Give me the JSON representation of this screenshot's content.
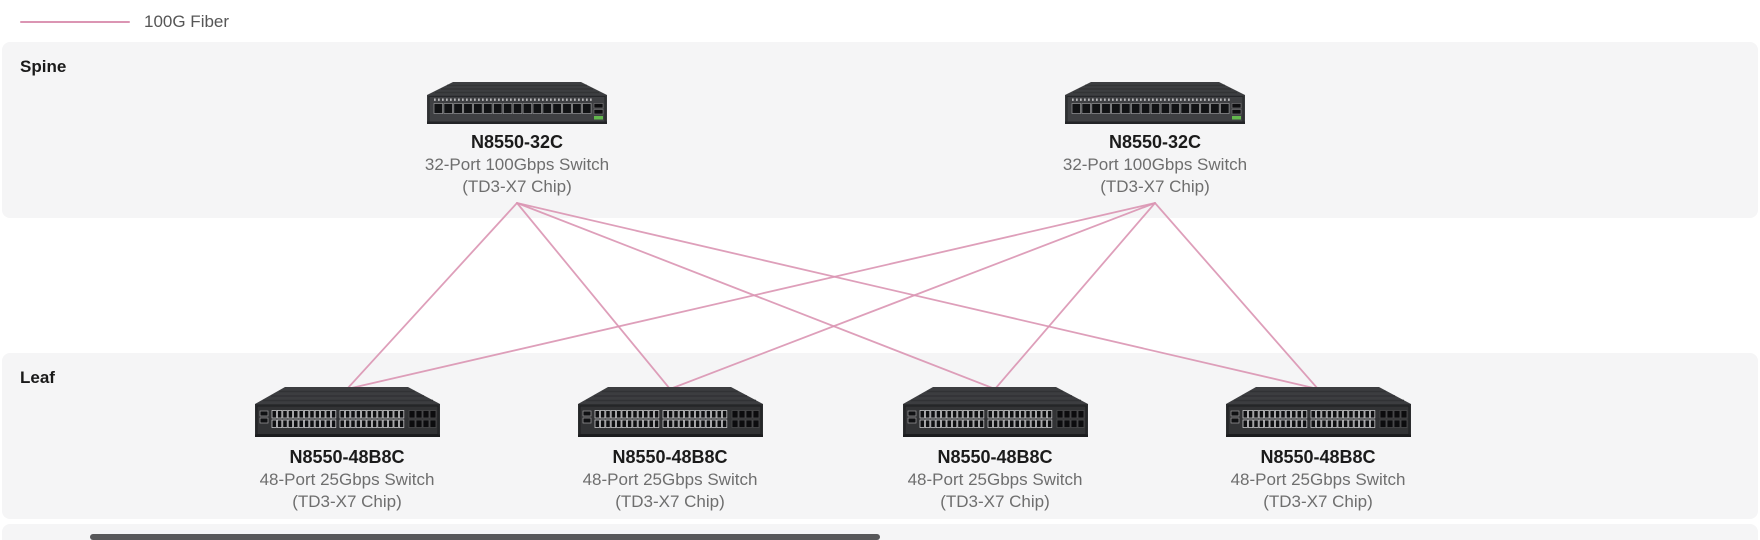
{
  "legend": {
    "label": "100G Fiber"
  },
  "colors": {
    "link": "#db95b3",
    "band": "#f5f5f6"
  },
  "sections": [
    {
      "id": "spine",
      "label": "Spine"
    },
    {
      "id": "leaf",
      "label": "Leaf"
    }
  ],
  "devices": [
    {
      "id": "spine-1",
      "tier": "spine",
      "name": "N8550-32C",
      "desc1": "32-Port 100Gbps Switch",
      "desc2": "(TD3-X7 Chip)"
    },
    {
      "id": "spine-2",
      "tier": "spine",
      "name": "N8550-32C",
      "desc1": "32-Port 100Gbps Switch",
      "desc2": "(TD3-X7 Chip)"
    },
    {
      "id": "leaf-1",
      "tier": "leaf",
      "name": "N8550-48B8C",
      "desc1": "48-Port 25Gbps Switch",
      "desc2": "(TD3-X7 Chip)"
    },
    {
      "id": "leaf-2",
      "tier": "leaf",
      "name": "N8550-48B8C",
      "desc1": "48-Port 25Gbps Switch",
      "desc2": "(TD3-X7 Chip)"
    },
    {
      "id": "leaf-3",
      "tier": "leaf",
      "name": "N8550-48B8C",
      "desc1": "48-Port 25Gbps Switch",
      "desc2": "(TD3-X7 Chip)"
    },
    {
      "id": "leaf-4",
      "tier": "leaf",
      "name": "N8550-48B8C",
      "desc1": "48-Port 25Gbps Switch",
      "desc2": "(TD3-X7 Chip)"
    }
  ],
  "links": [
    {
      "from": "spine-1",
      "to": "leaf-1",
      "type": "100G Fiber"
    },
    {
      "from": "spine-1",
      "to": "leaf-2",
      "type": "100G Fiber"
    },
    {
      "from": "spine-1",
      "to": "leaf-3",
      "type": "100G Fiber"
    },
    {
      "from": "spine-1",
      "to": "leaf-4",
      "type": "100G Fiber"
    },
    {
      "from": "spine-2",
      "to": "leaf-1",
      "type": "100G Fiber"
    },
    {
      "from": "spine-2",
      "to": "leaf-2",
      "type": "100G Fiber"
    },
    {
      "from": "spine-2",
      "to": "leaf-3",
      "type": "100G Fiber"
    },
    {
      "from": "spine-2",
      "to": "leaf-4",
      "type": "100G Fiber"
    }
  ]
}
